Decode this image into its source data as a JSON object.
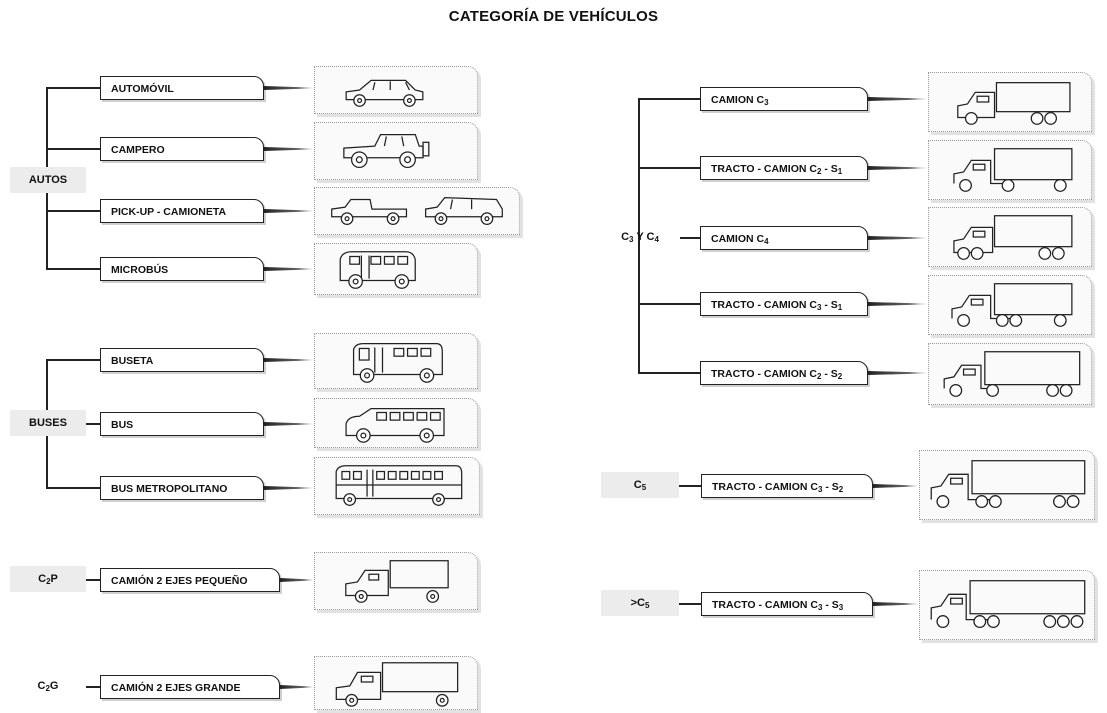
{
  "title": "CATEGORÍA DE VEHÍCULOS",
  "groups": {
    "autos": "AUTOS",
    "buses": "BUSES",
    "c2p": {
      "main": "C",
      "sub": "2",
      "tail": "P"
    },
    "c2g": {
      "main": "C",
      "sub": "2",
      "tail": "G"
    },
    "c3c4": {
      "a": "C",
      "a_sub": "3",
      "mid": " Y ",
      "b": "C",
      "b_sub": "4"
    },
    "c5": {
      "main": "C",
      "sub": "5"
    },
    "gtc5": {
      "main": ">C",
      "sub": "5"
    }
  },
  "vehicles": {
    "automovil": "AUTOMÓVIL",
    "campero": "CAMPERO",
    "pickup": "PICK-UP - CAMIONETA",
    "microbus": "MICROBÚS",
    "buseta": "BUSETA",
    "bus": "BUS",
    "bus_metro": "BUS METROPOLITANO",
    "camion_2p": "CAMIÓN 2 EJES PEQUEÑO",
    "camion_2g": "CAMIÓN 2 EJES GRANDE",
    "camion_c3": {
      "text": "CAMION C",
      "sub": "3"
    },
    "tracto_c2s1": {
      "a": "TRACTO - CAMION C",
      "a_sub": "2",
      "b": " - S",
      "b_sub": "1"
    },
    "camion_c4": {
      "text": "CAMION C",
      "sub": "4"
    },
    "tracto_c3s1": {
      "a": "TRACTO - CAMION C",
      "a_sub": "3",
      "b": " - S",
      "b_sub": "1"
    },
    "tracto_c2s2": {
      "a": "TRACTO - CAMION C",
      "a_sub": "2",
      "b": " - S",
      "b_sub": "2"
    },
    "tracto_c3s2": {
      "a": "TRACTO - CAMION C",
      "a_sub": "3",
      "b": " - S",
      "b_sub": "2"
    },
    "tracto_c3s3": {
      "a": "TRACTO - CAMION C",
      "a_sub": "3",
      "b": " - S",
      "b_sub": "3"
    }
  }
}
